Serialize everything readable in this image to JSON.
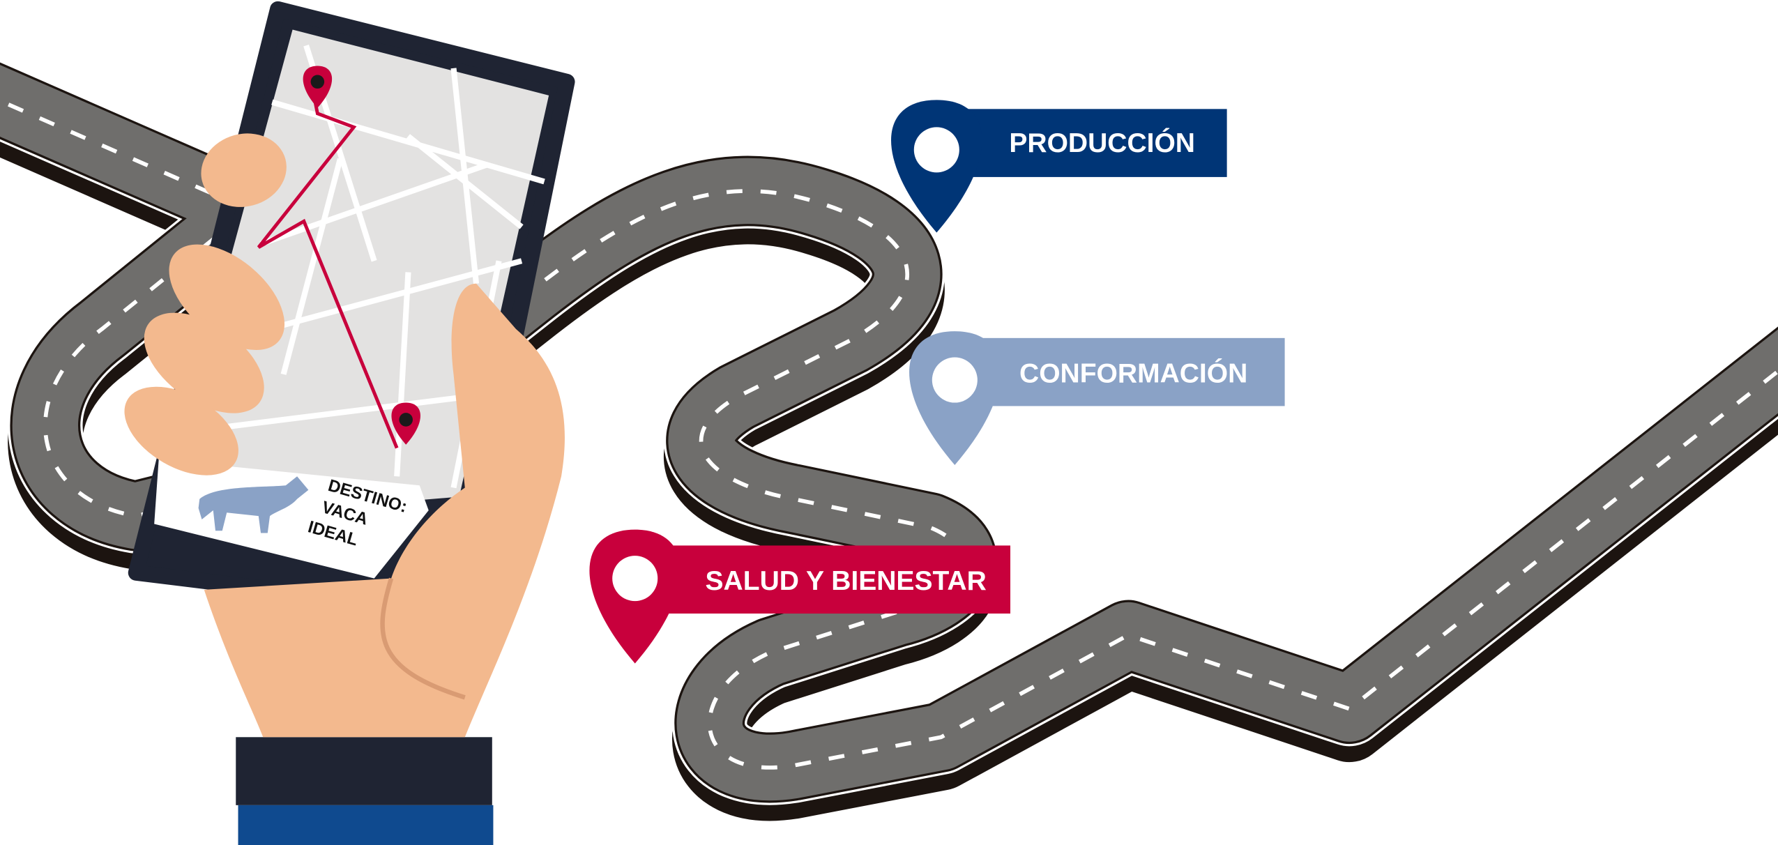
{
  "labels": {
    "produccion": "PRODUCCIÓN",
    "conformacion": "CONFORMACIÓN",
    "salud": "SALUD Y BIENESTAR"
  },
  "phone": {
    "destination_line1": "DESTINO:",
    "destination_line2": "VACA",
    "destination_line3": "IDEAL"
  },
  "colors": {
    "produccion": "#003576",
    "conformacion": "#8aa2c6",
    "salud": "#c8003c",
    "road": "#6f6e6c",
    "road_shadow": "#1c1410",
    "skin": "#f3b98e",
    "phone": "#1f2433",
    "sleeve": "#0f4a8f"
  },
  "icons": [
    "map-pin-icon",
    "cow-icon",
    "road-illustration",
    "smartphone-illustration",
    "hand-illustration"
  ]
}
